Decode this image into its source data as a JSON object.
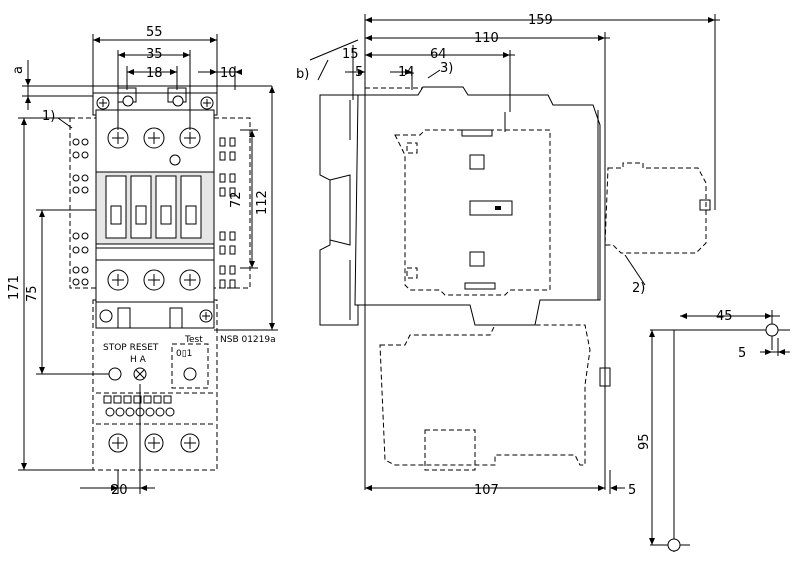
{
  "dimensions": {
    "d55": "55",
    "d35": "35",
    "d18": "18",
    "d10": "10",
    "d72": "72",
    "d112": "112",
    "d171": "171",
    "d75": "75",
    "d20": "20",
    "d159": "159",
    "d110": "110",
    "d64": "64",
    "d15": "15",
    "d5a": "5",
    "d14": "14",
    "d107": "107",
    "d5b": "5",
    "d45": "45",
    "d5c": "5",
    "d95": "95"
  },
  "labels": {
    "a": "a",
    "note1": "1)",
    "note2": "2)",
    "note3": "3)",
    "b": "b)",
    "stop_reset": "STOP RESET",
    "ha": "H  A",
    "test": "Test",
    "switch": "0▯1",
    "code": "NSB 01219a"
  }
}
